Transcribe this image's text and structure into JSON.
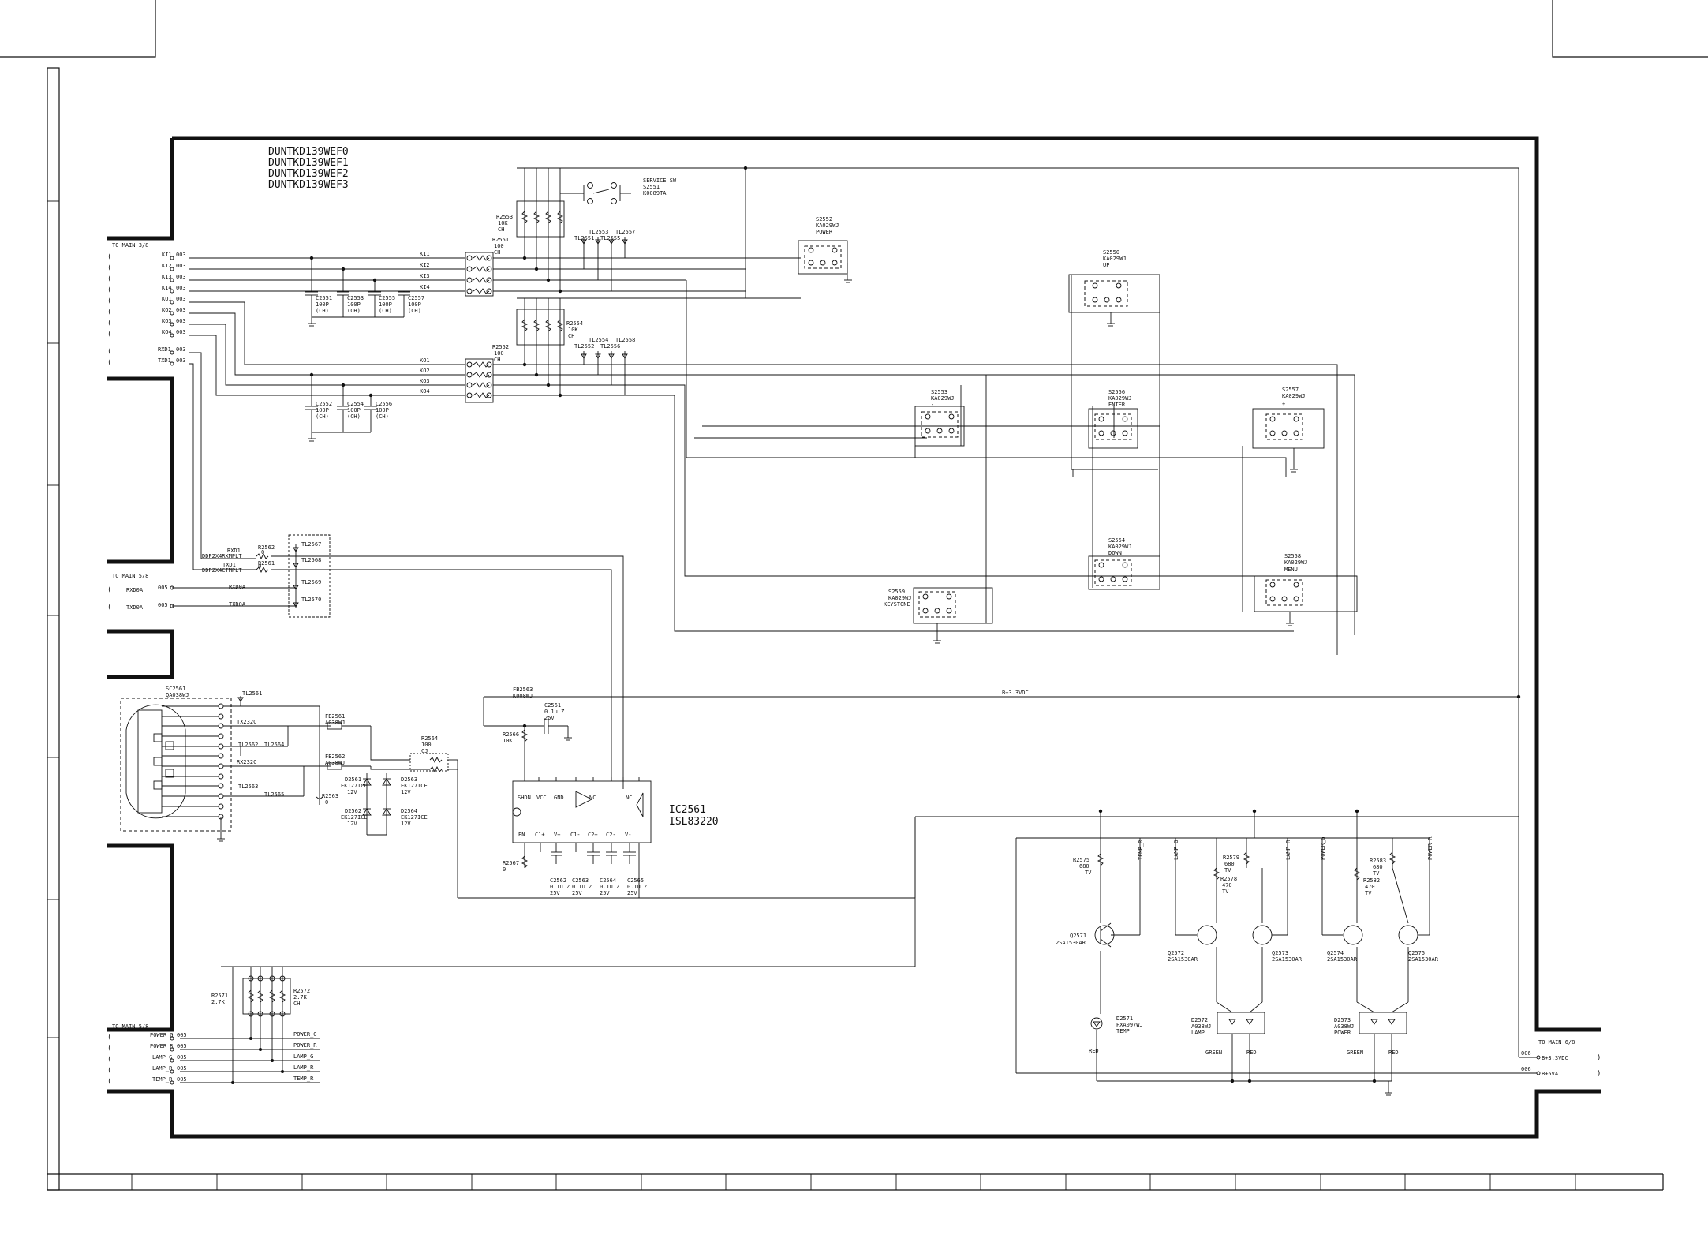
{
  "title_lines": [
    "DUNTKD139WEF0",
    "DUNTKD139WEF1",
    "DUNTKD139WEF2",
    "DUNTKD139WEF3"
  ],
  "connectors": {
    "to_main_3": "TO MAIN 3/8",
    "to_main_5a": "TO MAIN 5/8",
    "to_main_5b": "TO MAIN 5/8",
    "to_main_6": "TO MAIN 6/8"
  },
  "signals": {
    "left_top": [
      {
        "name": "KI1",
        "page": "003"
      },
      {
        "name": "KI2",
        "page": "003"
      },
      {
        "name": "KI3",
        "page": "003"
      },
      {
        "name": "KI4",
        "page": "003"
      },
      {
        "name": "KO1",
        "page": "003"
      },
      {
        "name": "KO2",
        "page": "003"
      },
      {
        "name": "KO3",
        "page": "003"
      },
      {
        "name": "KO4",
        "page": "003"
      },
      {
        "name": "RXD1",
        "page": "003"
      },
      {
        "name": "TXD1",
        "page": "003"
      }
    ],
    "left_mid": [
      {
        "name": "RXD0A",
        "page": "005"
      },
      {
        "name": "TXD0A",
        "page": "005"
      }
    ],
    "left_bottom": [
      {
        "name": "POWER_G",
        "page": "005"
      },
      {
        "name": "POWER_R",
        "page": "005"
      },
      {
        "name": "LAMP_G",
        "page": "005"
      },
      {
        "name": "LAMP_R",
        "page": "005"
      },
      {
        "name": "TEMP_R",
        "page": "005"
      }
    ],
    "right": [
      {
        "name": "B+3.3VDC",
        "page": "006"
      },
      {
        "name": "B+5VA",
        "page": "006"
      }
    ]
  },
  "labels": {
    "ki_nets": [
      "KI1",
      "KI2",
      "KI3",
      "KI4"
    ],
    "ko_nets": [
      "KO1",
      "KO2",
      "KO3",
      "KO4"
    ],
    "b33": "B+3.3VDC",
    "ddp_in": "DDP2X4RXMPLT",
    "ddp_out": "DDP2X4CTMPLT",
    "rxd1": "RXD1",
    "txd1": "TXD1",
    "rxd0a": "RXD0A",
    "txd0a": "TXD0A",
    "tx232c": "TX232C",
    "rx232c": "RX232C",
    "power_g": "POWER_G",
    "power_r": "POWER_R",
    "lamp_g": "LAMP_G",
    "lamp_r": "LAMP_R",
    "temp_r": "TEMP_R"
  },
  "components": {
    "service_sw": {
      "title": "SERVICE SW",
      "ref": "S2551",
      "part": "K0089TA"
    },
    "switches": [
      {
        "ref": "S2552",
        "part": "KA029WJ",
        "func": "POWER"
      },
      {
        "ref": "S2550",
        "part": "KA029WJ",
        "func": "UP"
      },
      {
        "ref": "S2553",
        "part": "KA029WJ",
        "func": "-"
      },
      {
        "ref": "S2556",
        "part": "KA029WJ",
        "func": "ENTER"
      },
      {
        "ref": "S2557",
        "part": "KA029WJ",
        "func": "+"
      },
      {
        "ref": "S2554",
        "part": "KA029WJ",
        "func": "DOWN"
      },
      {
        "ref": "S2558",
        "part": "KA029WJ",
        "func": "MENU"
      },
      {
        "ref": "S2559",
        "part": "KA029WJ",
        "func": "KEYSTONE"
      }
    ],
    "resistor_packs": [
      {
        "ref": "R2553",
        "value": "10K",
        "tol": "CH"
      },
      {
        "ref": "R2551",
        "value": "100",
        "tol": "CH"
      },
      {
        "ref": "R2554",
        "value": "10K",
        "tol": "CH"
      },
      {
        "ref": "R2552",
        "value": "100",
        "tol": "CH"
      },
      {
        "ref": "R2571",
        "value": "2.7K",
        "tol": ""
      },
      {
        "ref": "R2572",
        "value": "2.7K",
        "tol": "CH"
      }
    ],
    "caps_top": [
      {
        "ref": "C2551",
        "value": "100P",
        "tol": "(CH)"
      },
      {
        "ref": "C2553",
        "value": "100P",
        "tol": "(CH)"
      },
      {
        "ref": "C2555",
        "value": "100P",
        "tol": "(CH)"
      },
      {
        "ref": "C2557",
        "value": "100P",
        "tol": "(CH)"
      }
    ],
    "caps_bottom": [
      {
        "ref": "C2552",
        "value": "100P",
        "tol": "(CH)"
      },
      {
        "ref": "C2554",
        "value": "100P",
        "tol": "(CH)"
      },
      {
        "ref": "C2556",
        "value": "100P",
        "tol": "(CH)"
      }
    ],
    "testpoints_top": [
      "TL2551",
      "TL2553",
      "TL2555",
      "TL2557"
    ],
    "testpoints_bottom": [
      "TL2552",
      "TL2554",
      "TL2556",
      "TL2558"
    ],
    "testpoints_mid": [
      "TL2567",
      "TL2568",
      "TL2569",
      "TL2570"
    ],
    "testpoints_rs": [
      "TL2561",
      "TL2562",
      "TL2564",
      "TL2563",
      "TL2565"
    ],
    "r2562": {
      "ref": "R2562",
      "value": "0"
    },
    "r2561": {
      "ref": "R2561",
      "value": "0"
    },
    "dsub": {
      "ref": "SC2561",
      "part": "QA038WJ"
    },
    "fb2561": {
      "ref": "FB2561",
      "part": "A038WJ"
    },
    "fb2562": {
      "ref": "FB2562",
      "part": "A038WJ"
    },
    "fb2563": {
      "ref": "FB2563",
      "part": "K008WJ"
    },
    "r2563": {
      "ref": "R2563",
      "value": "0"
    },
    "r2564": {
      "ref": "R2564",
      "value": "100",
      "tol": "CJ"
    },
    "r2566": {
      "ref": "R2566",
      "value": "10K"
    },
    "r2567": {
      "ref": "R2567",
      "value": "0"
    },
    "zeners": [
      {
        "ref": "D2561",
        "part": "EK127ICE",
        "v": "12V"
      },
      {
        "ref": "D2563",
        "part": "EK127ICE",
        "v": "12V"
      },
      {
        "ref": "D2562",
        "part": "EK127ICE",
        "v": "12V"
      },
      {
        "ref": "D2564",
        "part": "EK127ICE",
        "v": "12V"
      }
    ],
    "c2561": {
      "ref": "C2561",
      "value": "0.1u Z",
      "v": "25V"
    },
    "ic_caps": [
      {
        "ref": "C2562",
        "value": "0.1u Z",
        "v": "25V"
      },
      {
        "ref": "C2563",
        "value": "0.1u Z",
        "v": "25V"
      },
      {
        "ref": "C2564",
        "value": "0.1u Z",
        "v": "25V"
      },
      {
        "ref": "C2565",
        "value": "0.1u Z",
        "v": "25V"
      }
    ],
    "ic": {
      "ref": "IC2561",
      "part": "ISL83220",
      "top_pins": [
        "SHDN",
        "VCC",
        "GND",
        "NC",
        "NC"
      ],
      "bot_pins": [
        "EN",
        "C1+",
        "V+",
        "C1-",
        "C2+",
        "C2-",
        "V-"
      ]
    },
    "transistors": [
      {
        "ref": "Q2571",
        "part": "2SA1530AR"
      },
      {
        "ref": "Q2572",
        "part": "2SA1530AR"
      },
      {
        "ref": "Q2573",
        "part": "2SA1530AR"
      },
      {
        "ref": "Q2574",
        "part": "2SA1530AR"
      },
      {
        "ref": "Q2575",
        "part": "2SA1530AR"
      }
    ],
    "led_resistors": [
      {
        "ref": "R2575",
        "value": "680",
        "tol": "TV"
      },
      {
        "ref": "R2579",
        "value": "680",
        "tol": "TV"
      },
      {
        "ref": "R2578",
        "value": "470",
        "tol": "TV"
      },
      {
        "ref": "R2583",
        "value": "680",
        "tol": "TV"
      },
      {
        "ref": "R2582",
        "value": "470",
        "tol": "TV"
      }
    ],
    "leds": [
      {
        "ref": "D2571",
        "part": "PXA097WJ",
        "func": "TEMP",
        "colors": [
          "RED"
        ]
      },
      {
        "ref": "D2572",
        "part": "A038WJ",
        "func": "LAMP",
        "colors": [
          "GREEN",
          "RED"
        ]
      },
      {
        "ref": "D2573",
        "part": "A038WJ",
        "func": "POWER",
        "colors": [
          "GREEN",
          "RED"
        ]
      }
    ]
  }
}
